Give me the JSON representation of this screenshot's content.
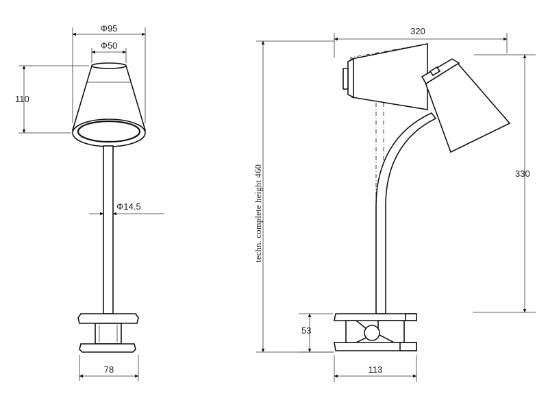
{
  "front_view": {
    "shade_outer_diameter": "Φ95",
    "shade_inner_diameter": "Φ50",
    "shade_height": "110",
    "stem_diameter": "Φ14.5",
    "clamp_width": "78"
  },
  "side_view": {
    "reach": "320",
    "head_height": "330",
    "total_height_note": "techn. complete height 460",
    "clamp_height": "53",
    "clamp_depth": "113"
  }
}
